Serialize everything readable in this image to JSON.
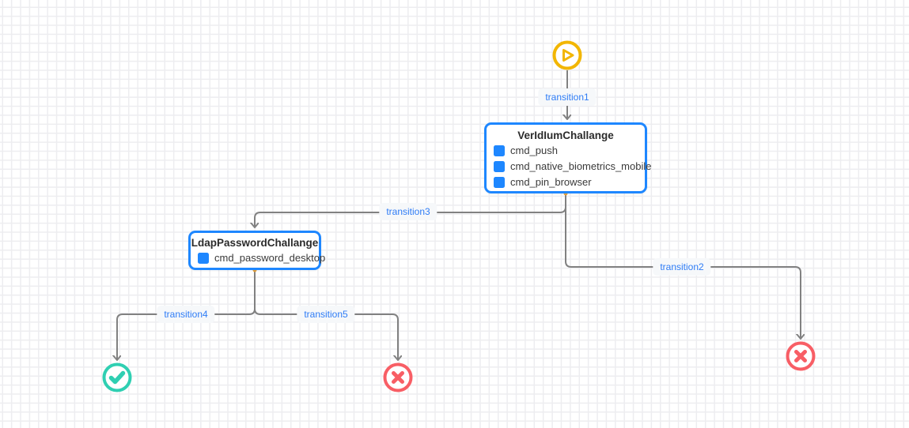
{
  "diagram": {
    "type": "workflow-state-machine",
    "nodes": {
      "start": {
        "kind": "start",
        "icon": "play-icon",
        "color": "#F2B600"
      },
      "veridium_challenge": {
        "kind": "state",
        "title": "VerIdIumChallange",
        "commands": [
          "cmd_push",
          "cmd_native_biometrics_mobile",
          "cmd_pin_browser"
        ],
        "border_color": "#1E87FF"
      },
      "ldap_password_challenge": {
        "kind": "state",
        "title": "LdapPasswordChallange",
        "commands": [
          "cmd_password_desktop"
        ],
        "border_color": "#1E87FF"
      },
      "success": {
        "kind": "end-success",
        "icon": "check-icon",
        "color": "#2FCFB2"
      },
      "failure_left": {
        "kind": "end-failure",
        "icon": "cross-icon",
        "color": "#F85E65"
      },
      "failure_right": {
        "kind": "end-failure",
        "icon": "cross-icon",
        "color": "#F85E65"
      }
    },
    "transitions": [
      {
        "label": "transition1",
        "from": "start",
        "to": "veridium_challenge"
      },
      {
        "label": "transition2",
        "from": "veridium_challenge",
        "to": "failure_right"
      },
      {
        "label": "transition3",
        "from": "veridium_challenge",
        "to": "ldap_password_challenge"
      },
      {
        "label": "transition4",
        "from": "ldap_password_challenge",
        "to": "success"
      },
      {
        "label": "transition5",
        "from": "ldap_password_challenge",
        "to": "failure_left"
      }
    ],
    "colors": {
      "accent_blue": "#1E87FF",
      "label_blue": "#2E7CF6",
      "edge_gray": "#818181",
      "start_yellow": "#F2B600",
      "success_teal": "#2FCFB2",
      "failure_red": "#F85E65",
      "grid_line": "#EDEDF0",
      "label_background": "#F6F8FA"
    }
  }
}
